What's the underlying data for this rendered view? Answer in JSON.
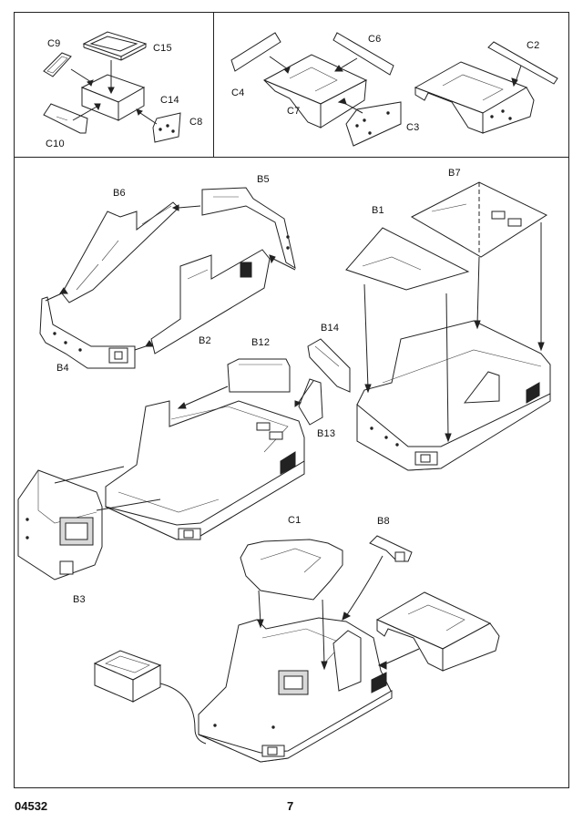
{
  "page": {
    "catalog_number": "04532",
    "page_number": "7"
  },
  "top_left": {
    "labels": {
      "c9": "C9",
      "c15": "C15",
      "c14": "C14",
      "c10": "C10",
      "c8": "C8"
    }
  },
  "top_right": {
    "labels": {
      "c4": "C4",
      "c6": "C6",
      "c7": "C7",
      "c3": "C3",
      "c2": "C2"
    }
  },
  "main": {
    "labels": {
      "b6": "B6",
      "b5": "B5",
      "b2": "B2",
      "b4": "B4",
      "b7": "B7",
      "b1": "B1",
      "b12": "B12",
      "b14": "B14",
      "b13": "B13",
      "b3": "B3",
      "c1": "C1",
      "b8": "B8"
    }
  }
}
